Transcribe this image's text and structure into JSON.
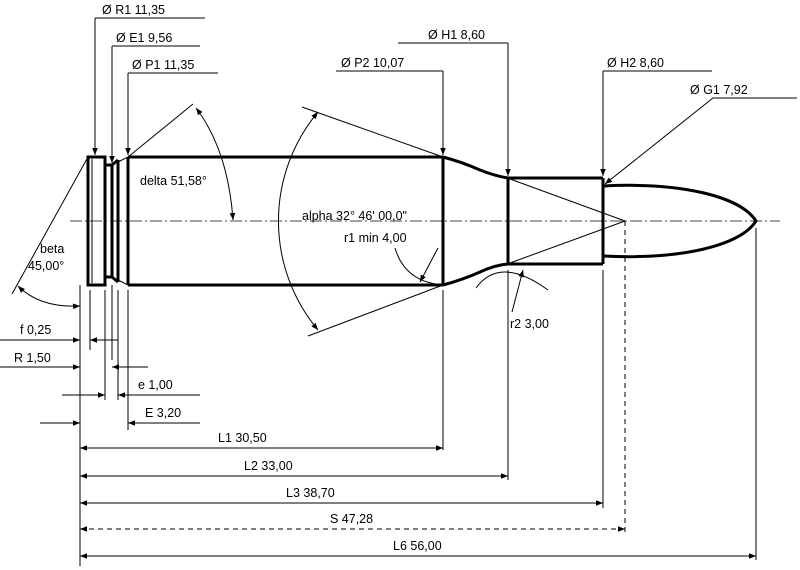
{
  "labels": {
    "R1": "Ø R1  11,35",
    "E1": "Ø E1  9,56",
    "P1": "Ø P1  11,35",
    "P2": "Ø P2  10,07",
    "H1": "Ø H1  8,60",
    "H2": "Ø H2  8,60",
    "G1": "Ø G1  7,92",
    "delta": "delta  51,58°",
    "alpha": "alpha  32° 46' 00,0\"",
    "r1": "r1 min  4,00",
    "r2": "r2  3,00",
    "beta_name": "beta",
    "beta_value": "45,00°",
    "f": "f  0,25",
    "R": "R  1,50",
    "e": "e  1,00",
    "E": "E  3,20",
    "L1": "L1  30,50",
    "L2": "L2  33,00",
    "L3": "L3  38,70",
    "S": "S  47,28",
    "L6": "L6  56,00"
  }
}
